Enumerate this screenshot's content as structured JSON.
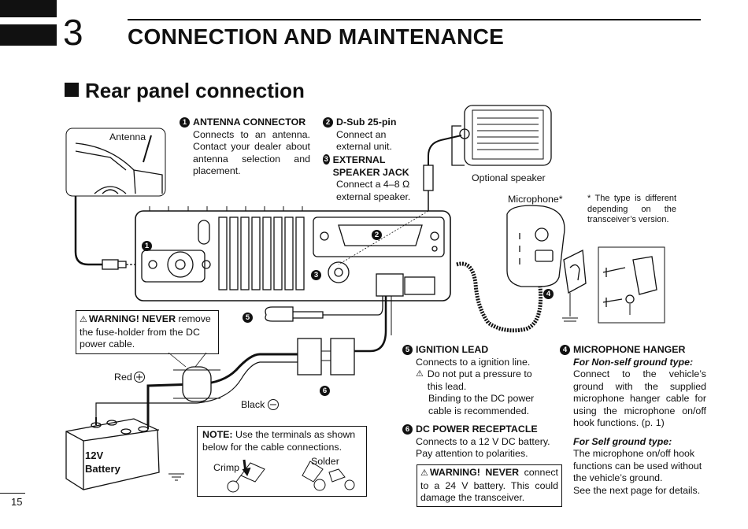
{
  "header": {
    "chapter_number": "3",
    "chapter_title": "CONNECTION AND MAINTENANCE"
  },
  "section": {
    "title": "Rear panel connection"
  },
  "callouts": {
    "antenna": {
      "num": "1",
      "title": "ANTENNA CONNECTOR",
      "body": "Connects to an antenna. Contact your dealer about antenna selection and placement."
    },
    "dsub": {
      "num": "2",
      "title": "D-Sub 25-pin",
      "body": "Connect an external unit."
    },
    "speaker_jack": {
      "num": "3",
      "title": "EXTERNAL SPEAKER JACK",
      "body": "Connect a 4–8 Ω external speaker."
    },
    "mic_hanger": {
      "num": "4",
      "title": "MICROPHONE HANGER",
      "non_self_title": "For Non-self ground type:",
      "non_self_body": "Connect to the vehicle’s ground with the supplied microphone hanger cable for using the microphone on/off hook functions. (p. 1)",
      "self_title": "For Self ground type:",
      "self_body": "The microphone on/off hook functions can be used without the vehicle’s ground.",
      "see_next": "See the next page for details."
    },
    "ignition": {
      "num": "5",
      "title": "IGNITION LEAD",
      "body": "Connects to a ignition line.",
      "caution1": "Do not put a pressure to this lead.",
      "caution2": "Binding to the DC power cable is recommended."
    },
    "dc_power": {
      "num": "6",
      "title": "DC POWER RECEPTACLE",
      "body": "Connects to a 12 V DC battery. Pay attention to polarities.",
      "warning_label": "WARNING! NEVER",
      "warning_body": "connect to a 24 V battery. This could damage the transceiver."
    }
  },
  "warning_fuse": {
    "label": "WARNING! NEVER",
    "body": "remove the fuse-holder from the DC power cable."
  },
  "note": {
    "label": "NOTE:",
    "body": "Use the terminals as shown below for the cable connections.",
    "crimp": "Crimp",
    "solder": "Solder"
  },
  "labels": {
    "antenna": "Antenna",
    "optional_speaker": "Optional speaker",
    "microphone": "Microphone*",
    "type_note": "* The type is different depending on the transceiver’s version.",
    "red": "Red",
    "black": "Black",
    "battery_line1": "12V",
    "battery_line2": "Battery",
    "diagram_nums": [
      "1",
      "2",
      "3",
      "4",
      "5",
      "6"
    ]
  },
  "footer": {
    "page_number": "15"
  }
}
